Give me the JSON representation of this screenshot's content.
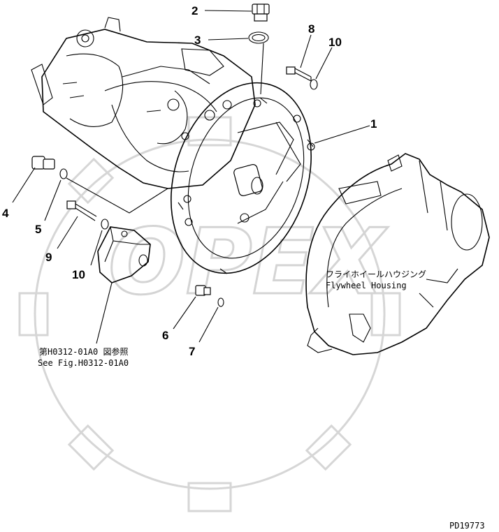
{
  "callouts": {
    "c1": "1",
    "c2": "2",
    "c3": "3",
    "c4": "4",
    "c5": "5",
    "c6": "6",
    "c7": "7",
    "c8": "8",
    "c9": "9",
    "c10a": "10",
    "c10b": "10"
  },
  "notes": {
    "ref_jp": "第H0312-01A0 図参照",
    "ref_en": "See Fig.H0312-01A0",
    "housing_jp": "フライホイールハウジング",
    "housing_en": "Flywheel Housing",
    "diagram_code": "PD19773"
  },
  "watermark": {
    "text": "OPEX"
  }
}
